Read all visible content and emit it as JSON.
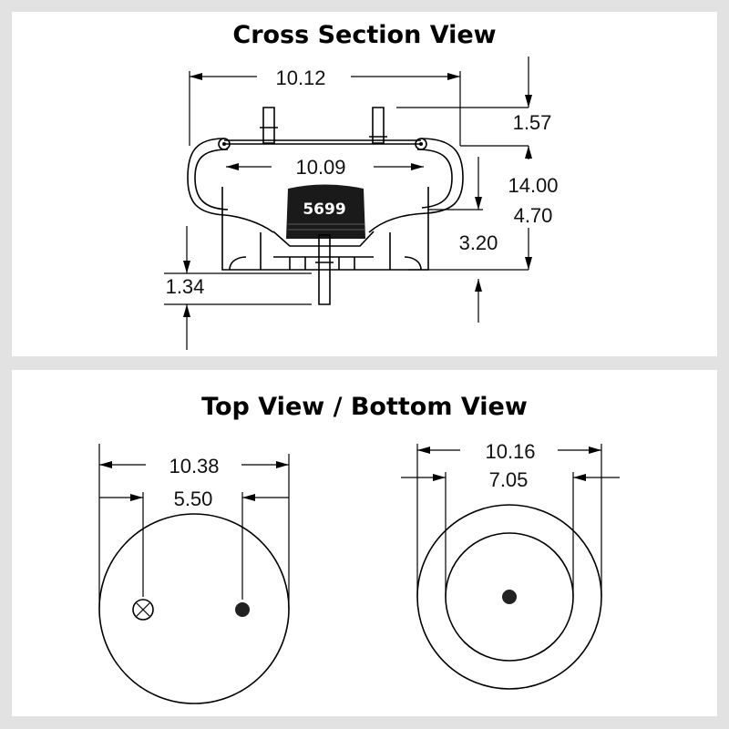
{
  "cross_section": {
    "title": "Cross Section View",
    "dims": {
      "overall_width": "10.12",
      "top_height": "1.57",
      "inner_width": "10.09",
      "max_height": "14.00",
      "min_height": "4.70",
      "piston_height": "3.20",
      "stud_length": "1.34"
    },
    "part_number": "5699"
  },
  "top_bottom": {
    "title": "Top View / Bottom View",
    "top_view": {
      "diameter": "10.38",
      "stud_spacing": "5.50"
    },
    "bottom_view": {
      "outer_diameter": "10.16",
      "inner_diameter": "7.05"
    }
  },
  "colors": {
    "background": "#e2e2e2",
    "panel": "#ffffff",
    "ink": "#000000",
    "part_label": "#1a1a1a"
  }
}
